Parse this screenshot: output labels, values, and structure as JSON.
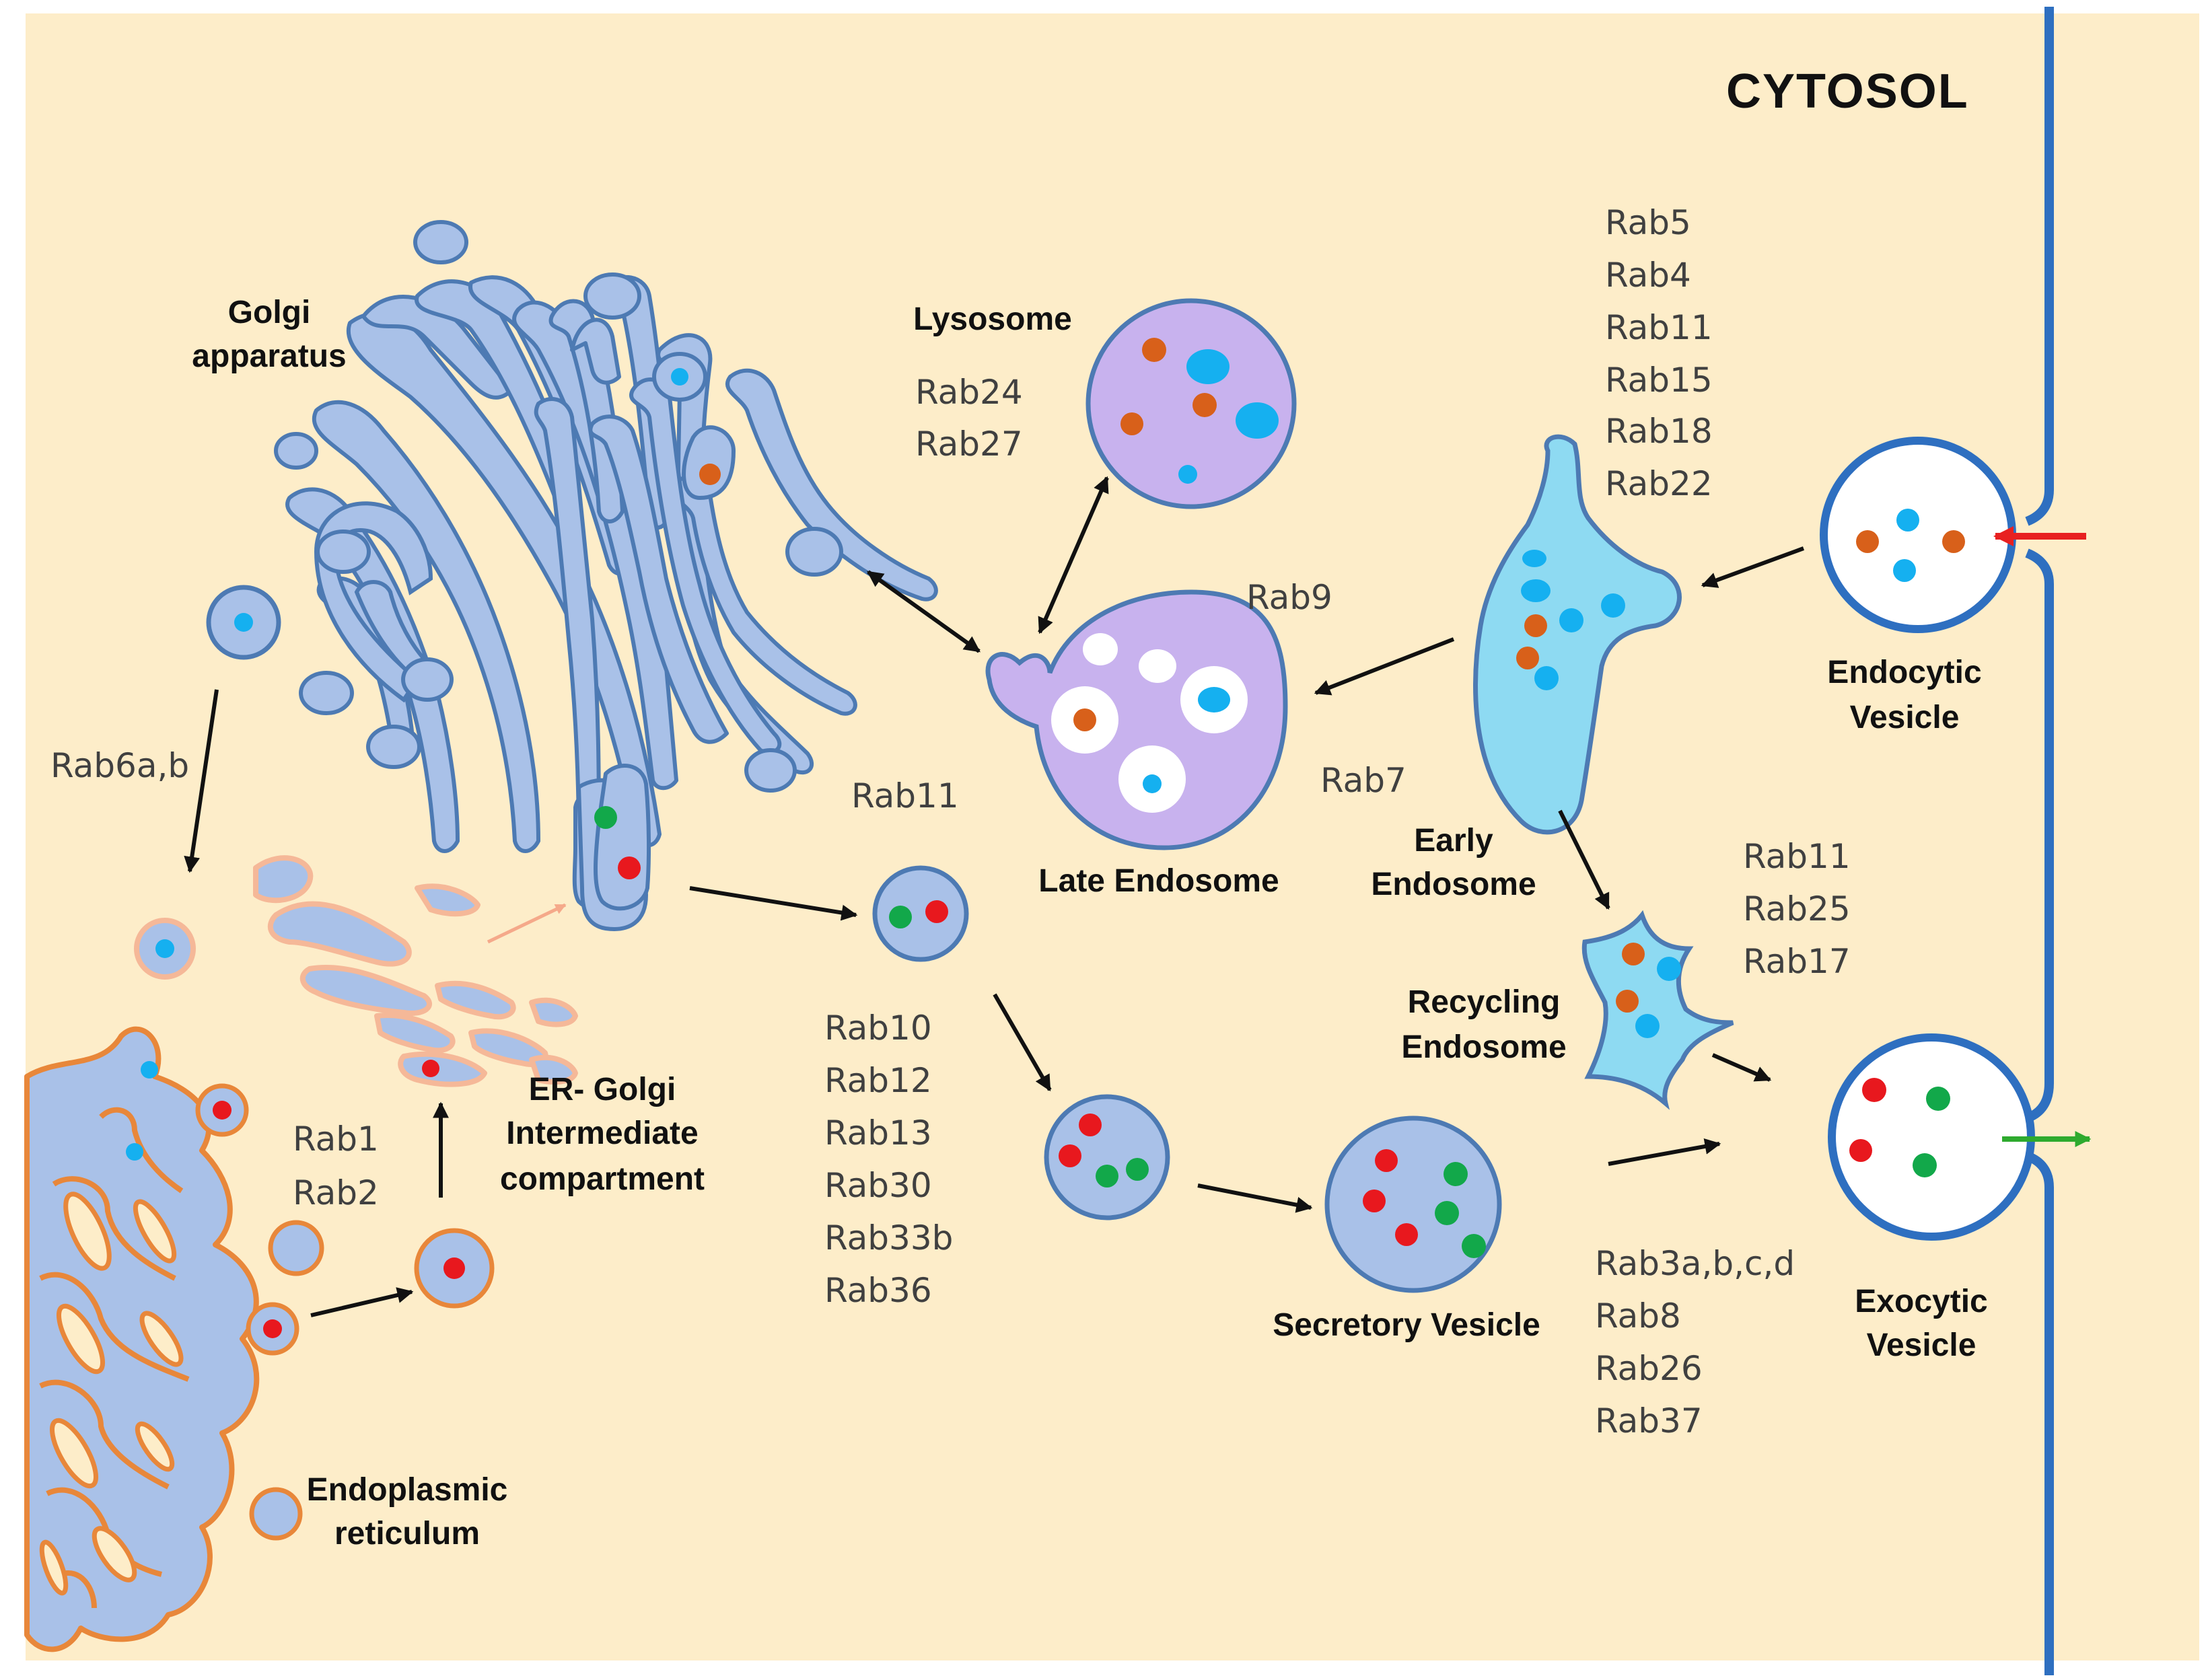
{
  "colors": {
    "cytosol_bg": "#fdedc9",
    "membrane_blue": "#2e6fc0",
    "organelle_fill": "#a9c1e8",
    "organelle_stroke": "#4d7ab3",
    "er_stroke": "#e8873a",
    "lysosome_fill": "#c8b2ee",
    "early_endosome_fill": "#8edaf2",
    "cargo_red": "#e8181e",
    "cargo_green": "#12a84a",
    "cargo_cyan": "#15b0f0",
    "cargo_orange": "#d8601a",
    "arrow_black": "#111111",
    "arrow_red": "#e82020",
    "arrow_green": "#2eaa2e",
    "arrow_salmon": "#f5a98a"
  },
  "title": "CYTOSOL",
  "labels": {
    "golgi": [
      "Golgi",
      "apparatus"
    ],
    "lysosome": [
      "Lysosome"
    ],
    "late_endosome": [
      "Late Endosome"
    ],
    "early_endosome": [
      "Early",
      "Endosome"
    ],
    "endocytic_vesicle": [
      "Endocytic",
      "Vesicle"
    ],
    "recycling_endosome": [
      "Recycling",
      "Endosome"
    ],
    "exocytic_vesicle": [
      "Exocytic",
      "Vesicle"
    ],
    "secretory_vesicle": [
      "Secretory Vesicle"
    ],
    "ergic": [
      "ER- Golgi",
      "Intermediate",
      "compartment"
    ],
    "er": [
      "Endoplasmic",
      "reticulum"
    ]
  },
  "rabs": {
    "lysosome": [
      "Rab24",
      "Rab27"
    ],
    "early_endosome": [
      "Rab5",
      "Rab4",
      "Rab11",
      "Rab15",
      "Rab18",
      "Rab22"
    ],
    "rab9": [
      "Rab9"
    ],
    "rab7": [
      "Rab7"
    ],
    "golgi_to_er": [
      "Rab6a,b"
    ],
    "rab11_golgi": [
      "Rab11"
    ],
    "er_golgi": [
      "Rab1",
      "Rab2"
    ],
    "secretory": [
      "Rab10",
      "Rab12",
      "Rab13",
      "Rab30",
      "Rab33b",
      "Rab36"
    ],
    "recycling": [
      "Rab11",
      "Rab25",
      "Rab17"
    ],
    "exocytic": [
      "Rab3a,b,c,d",
      "Rab8",
      "Rab26",
      "Rab37"
    ]
  },
  "icons": {
    "membrane": "plasma-membrane-line",
    "influx": "red-arrow-icon",
    "efflux": "green-arrow-icon"
  }
}
